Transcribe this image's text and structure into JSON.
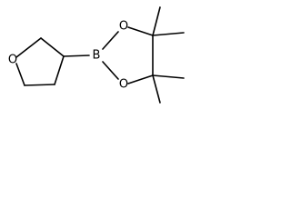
{
  "molecule": {
    "atoms": {
      "thf_oxygen": "O",
      "boron": "B",
      "pinacol_oxygen_top": "O",
      "pinacol_oxygen_bottom": "O"
    }
  },
  "colors": {
    "bond": "#000000",
    "label": "#000000",
    "background": "#ffffff"
  }
}
